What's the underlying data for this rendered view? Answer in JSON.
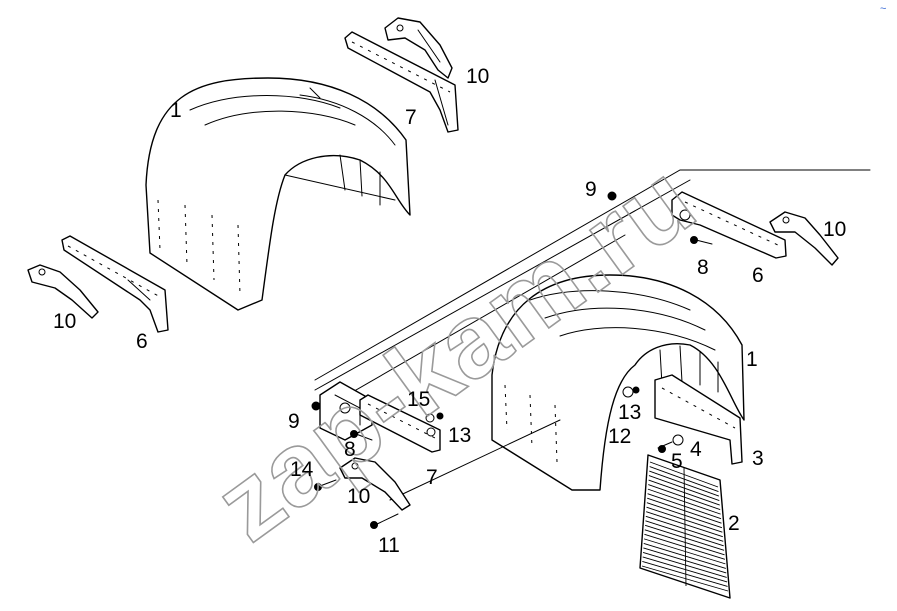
{
  "watermark": "zap-kam.ru",
  "corner_mark": "~",
  "colors": {
    "line": "#000000",
    "background": "#ffffff",
    "watermark": "#9a9a9a",
    "corner_mark": "#3a6bd6"
  },
  "labels": [
    {
      "id": "l1a",
      "text": "1"
    },
    {
      "id": "l1b",
      "text": "1"
    },
    {
      "id": "l2",
      "text": "2"
    },
    {
      "id": "l3",
      "text": "3"
    },
    {
      "id": "l4",
      "text": "4"
    },
    {
      "id": "l5",
      "text": "5"
    },
    {
      "id": "l6a",
      "text": "6"
    },
    {
      "id": "l6b",
      "text": "6"
    },
    {
      "id": "l7a",
      "text": "7"
    },
    {
      "id": "l7b",
      "text": "7"
    },
    {
      "id": "l8a",
      "text": "8"
    },
    {
      "id": "l8b",
      "text": "8"
    },
    {
      "id": "l9a",
      "text": "9"
    },
    {
      "id": "l9b",
      "text": "9"
    },
    {
      "id": "l10a",
      "text": "10"
    },
    {
      "id": "l10b",
      "text": "10"
    },
    {
      "id": "l10c",
      "text": "10"
    },
    {
      "id": "l10d",
      "text": "10"
    },
    {
      "id": "l11",
      "text": "11"
    },
    {
      "id": "l12",
      "text": "12"
    },
    {
      "id": "l13a",
      "text": "13"
    },
    {
      "id": "l13b",
      "text": "13"
    },
    {
      "id": "l14",
      "text": "14"
    },
    {
      "id": "l15",
      "text": "15"
    }
  ]
}
